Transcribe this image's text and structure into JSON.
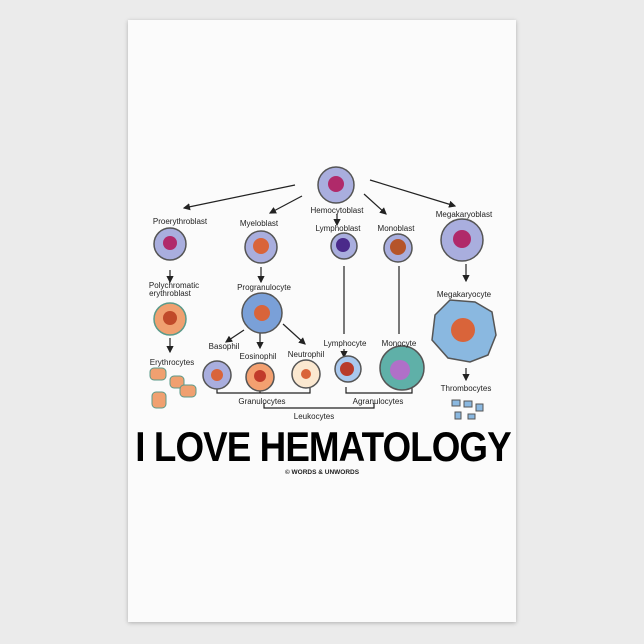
{
  "diagram": {
    "labels": {
      "hemocytoblast": "Hemocytoblast",
      "proerythroblast": "Proerythroblast",
      "myeloblast": "Myeloblast",
      "lymphoblast": "Lymphoblast",
      "monoblast": "Monoblast",
      "megakaryoblast": "Megakaryoblast",
      "polychromatic_1": "Polychromatic",
      "polychromatic_2": "erythroblast",
      "progranulocyte": "Progranulocyte",
      "lymphocyte": "Lymphocyte",
      "monocyte": "Monocyte",
      "megakaryocyte": "Megakaryocyte",
      "erythrocytes": "Erythrocytes",
      "basophil": "Basophil",
      "eosinophil": "Eosinophil",
      "neutrophil": "Neutrophil",
      "thrombocytes": "Thrombocytes",
      "granulocytes": "Granulocytes",
      "agranulocytes": "Agranulocytes",
      "leukocytes": "Leukocytes"
    },
    "title": "I LOVE HEMATOLOGY",
    "copyright": "© WORDS & UNWORDS"
  },
  "colors": {
    "background": "#ebebeb",
    "paper": "#fbfbfb",
    "cell_blue": "#a9aede",
    "nucleus_magenta": "#b02a6a",
    "erythro_orange": "#f0a070",
    "monocyte_teal": "#5fb0a8",
    "platelet_blue": "#8ab8e0"
  }
}
